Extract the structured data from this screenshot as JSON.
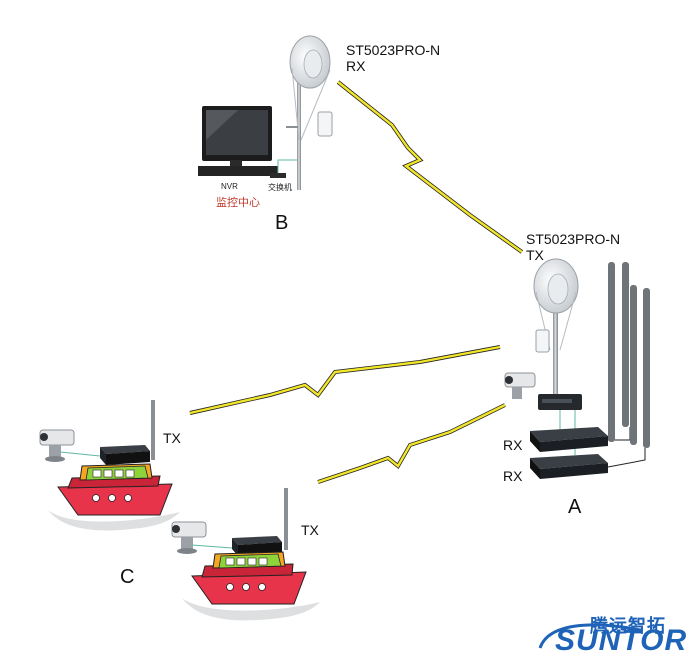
{
  "stations": {
    "b": {
      "model": "ST5023PRO-N",
      "role": "RX",
      "letter": "B",
      "monitor_center": "监控中心",
      "nvr_label": "NVR",
      "switch_label": "交换机"
    },
    "a": {
      "model": "ST5023PRO-N",
      "role": "TX",
      "letter": "A",
      "receivers": [
        "RX",
        "RX"
      ]
    },
    "c": {
      "letter": "C",
      "boat_tx_labels": [
        "TX",
        "TX"
      ]
    }
  },
  "brand": {
    "name_cn": "腾远智拓",
    "name_en": "SUNTOR"
  },
  "icons": [
    "monitor-icon",
    "dish-antenna-icon",
    "switch-icon",
    "ptz-camera-icon",
    "transmitter-icon",
    "receiver-icon",
    "omni-antenna-icon",
    "boat-icon",
    "lightning-link-icon"
  ],
  "colors": {
    "lightning": "#f2e62a",
    "boat_hull": "#e8344b",
    "boat_cabin": "#f5a623",
    "boat_deck": "#8ed23c",
    "brand": "#1e63b8",
    "label_red": "#c0392b"
  }
}
